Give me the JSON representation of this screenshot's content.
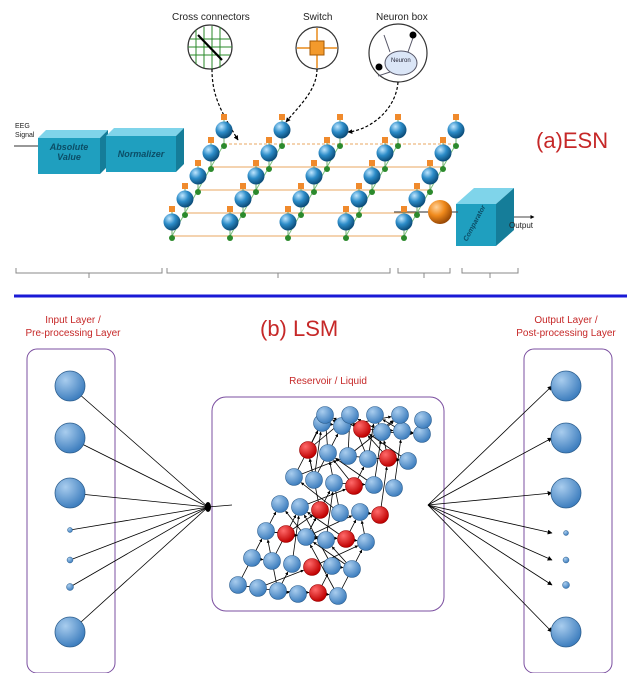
{
  "esn": {
    "title": "(a)ESN",
    "callouts": {
      "cross": "Cross connectors",
      "switch": "Switch",
      "neuron_box": "Neuron box"
    },
    "neuron_label": "Neuron",
    "input_label": "EEG\nSignal",
    "box1": "Absolute\nValue",
    "box2": "Normalizer",
    "box3": "Comparator",
    "output_label": "Output"
  },
  "lsm": {
    "title": "(b) LSM",
    "input_layer": "Input Layer /\nPre-processing Layer",
    "reservoir": "Reservoir / Liquid",
    "output_layer": "Output Layer /\nPost-processing Layer"
  },
  "colors": {
    "divider": "#1a1ad6",
    "title_red": "#c62828",
    "neuron_blue": "#5b9bd5",
    "neuron_red": "#e00000",
    "frame_purple": "#7b4fa0",
    "teal_box": "#1f9fbf"
  }
}
